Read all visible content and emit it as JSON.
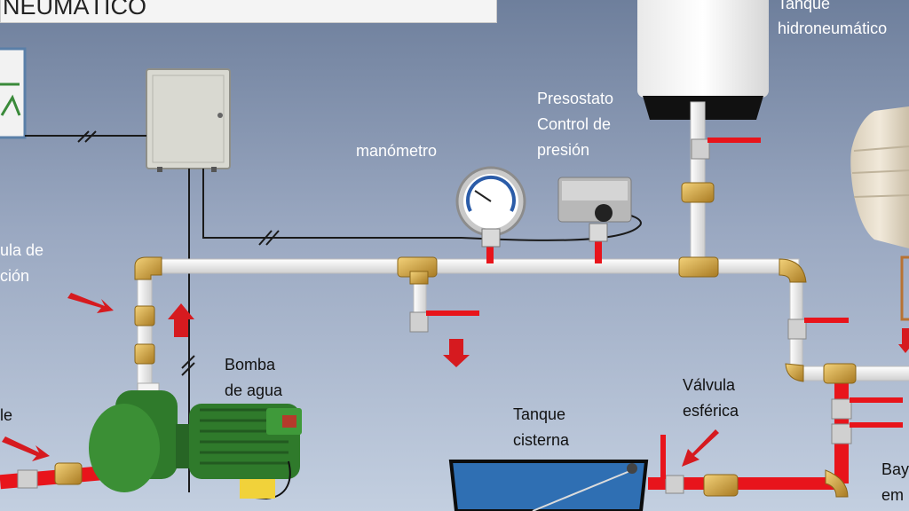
{
  "title": "NEUMÁTICO",
  "labels": {
    "tanque_hidroneumatico_1": "Tanque",
    "tanque_hidroneumatico_2": "hidroneumático",
    "presostato_1": "Presostato",
    "presostato_2": "Control de",
    "presostato_3": "presión",
    "manometro": "manómetro",
    "valvula_cut_1": "ula de",
    "valvula_cut_2": "ción",
    "bomba_1": "Bomba",
    "bomba_2": "de agua",
    "tanque_cisterna_1": "Tanque",
    "tanque_cisterna_2": "cisterna",
    "valvula_esferica_1": "Válvula",
    "valvula_esferica_2": "esférica",
    "left_cut": "le",
    "bay_1": "Bay",
    "bay_2": "em"
  },
  "colors": {
    "pipe_white": "#f2f2f2",
    "pipe_red": "#e8141b",
    "brass": "#c9a043",
    "arrow_red": "#d61a1f",
    "pump_green": "#2f7a2b",
    "cistern_blue": "#2f6fb3"
  }
}
